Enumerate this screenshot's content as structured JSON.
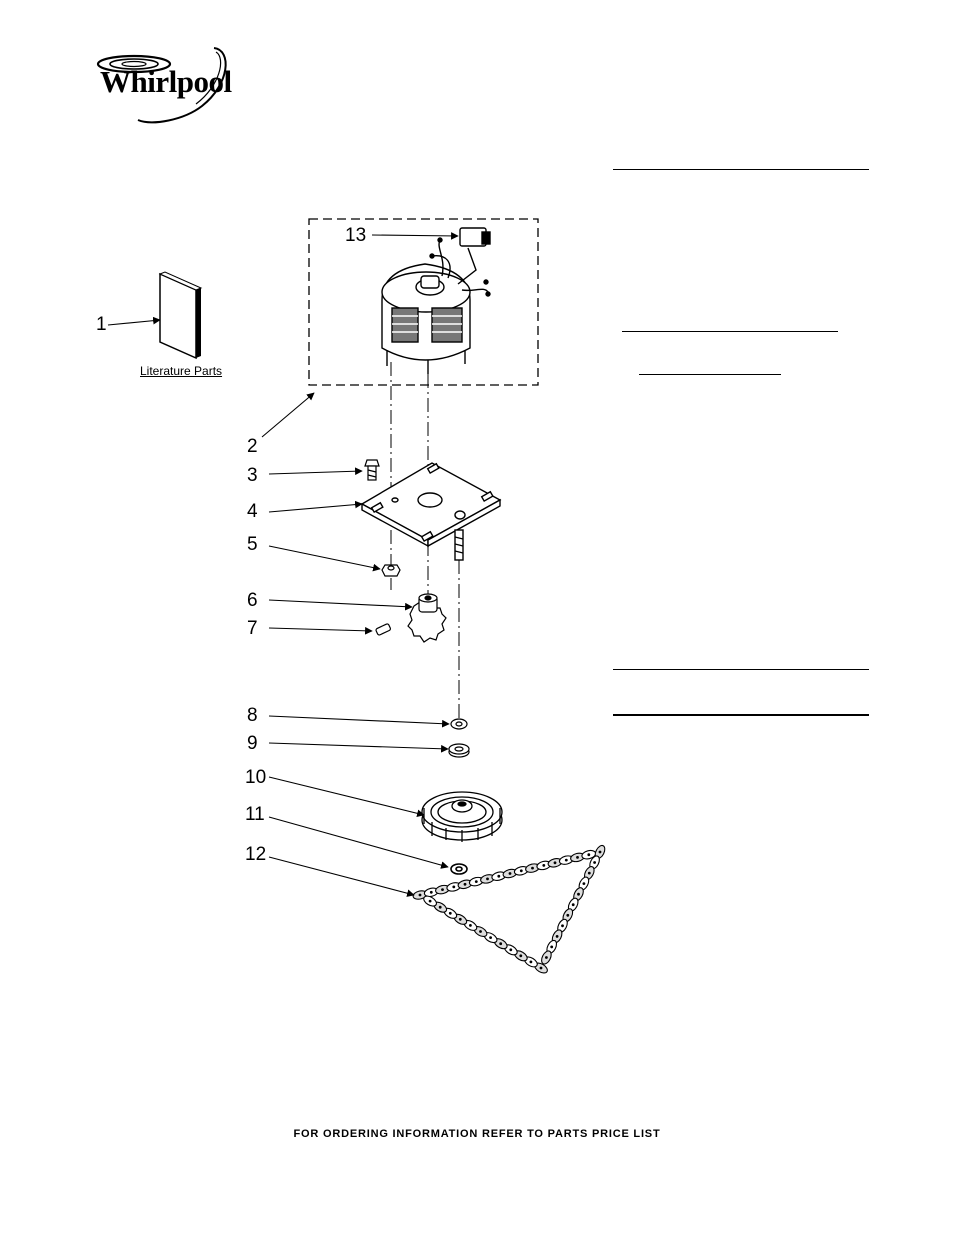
{
  "brand": {
    "name": "Whirlpool"
  },
  "callouts": [
    {
      "id": "1",
      "label": "1"
    },
    {
      "id": "2",
      "label": "2"
    },
    {
      "id": "3",
      "label": "3"
    },
    {
      "id": "4",
      "label": "4"
    },
    {
      "id": "5",
      "label": "5"
    },
    {
      "id": "6",
      "label": "6"
    },
    {
      "id": "7",
      "label": "7"
    },
    {
      "id": "8",
      "label": "8"
    },
    {
      "id": "9",
      "label": "9"
    },
    {
      "id": "10",
      "label": "10"
    },
    {
      "id": "11",
      "label": "11"
    },
    {
      "id": "12",
      "label": "12"
    },
    {
      "id": "13",
      "label": "13"
    }
  ],
  "literature_label": "Literature Parts",
  "footer": "FOR ORDERING INFORMATION REFER TO PARTS PRICE LIST"
}
